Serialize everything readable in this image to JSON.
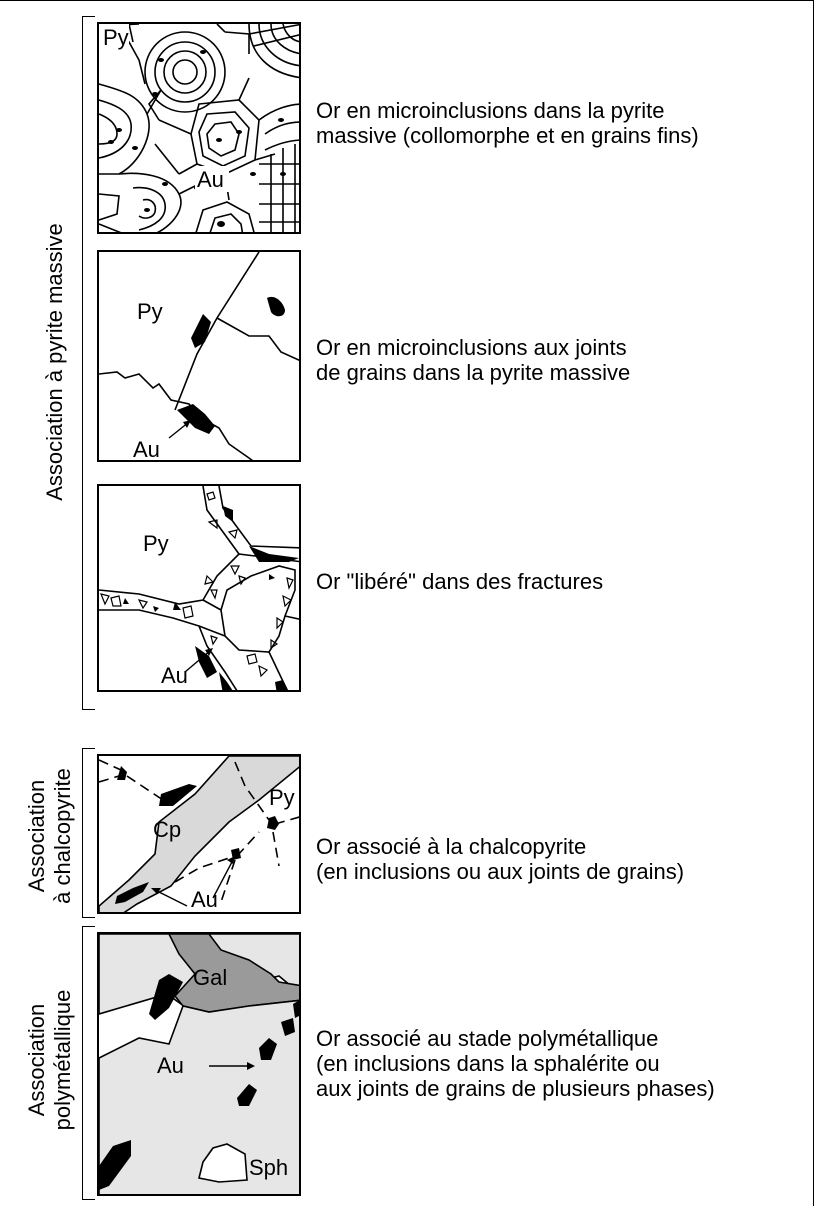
{
  "groups": [
    {
      "label_lines": [
        "Association à pyrite massive"
      ]
    },
    {
      "label_lines": [
        "Association",
        "à chalcopyrite"
      ]
    },
    {
      "label_lines": [
        "Association",
        "polymétallique"
      ]
    }
  ],
  "panels": [
    {
      "minerals": [
        "Py",
        "Au"
      ],
      "description": [
        "Or en microinclusions dans la pyrite",
        "massive (collomorphe et en grains fins)"
      ]
    },
    {
      "minerals": [
        "Py",
        "Au"
      ],
      "description": [
        "Or en microinclusions aux joints",
        "de grains dans la pyrite massive"
      ]
    },
    {
      "minerals": [
        "Py",
        "Au"
      ],
      "description": [
        "Or \"libéré\" dans des fractures"
      ]
    },
    {
      "minerals": [
        "Cp",
        "Py",
        "Au"
      ],
      "description": [
        "Or associé à la chalcopyrite",
        "(en inclusions ou aux joints de grains)"
      ]
    },
    {
      "minerals": [
        "Gal",
        "Au",
        "Sph"
      ],
      "description": [
        "Or associé au stade polymétallique",
        "(en inclusions dans la sphalérite ou",
        "aux joints de grains de plusieurs phases)"
      ]
    }
  ],
  "colors": {
    "ink": "#000000",
    "chalcopyrite_fill": "#d9d9d9",
    "galena_fill": "#9a9a9a",
    "sphalerite_fill": "#e6e6e6"
  }
}
